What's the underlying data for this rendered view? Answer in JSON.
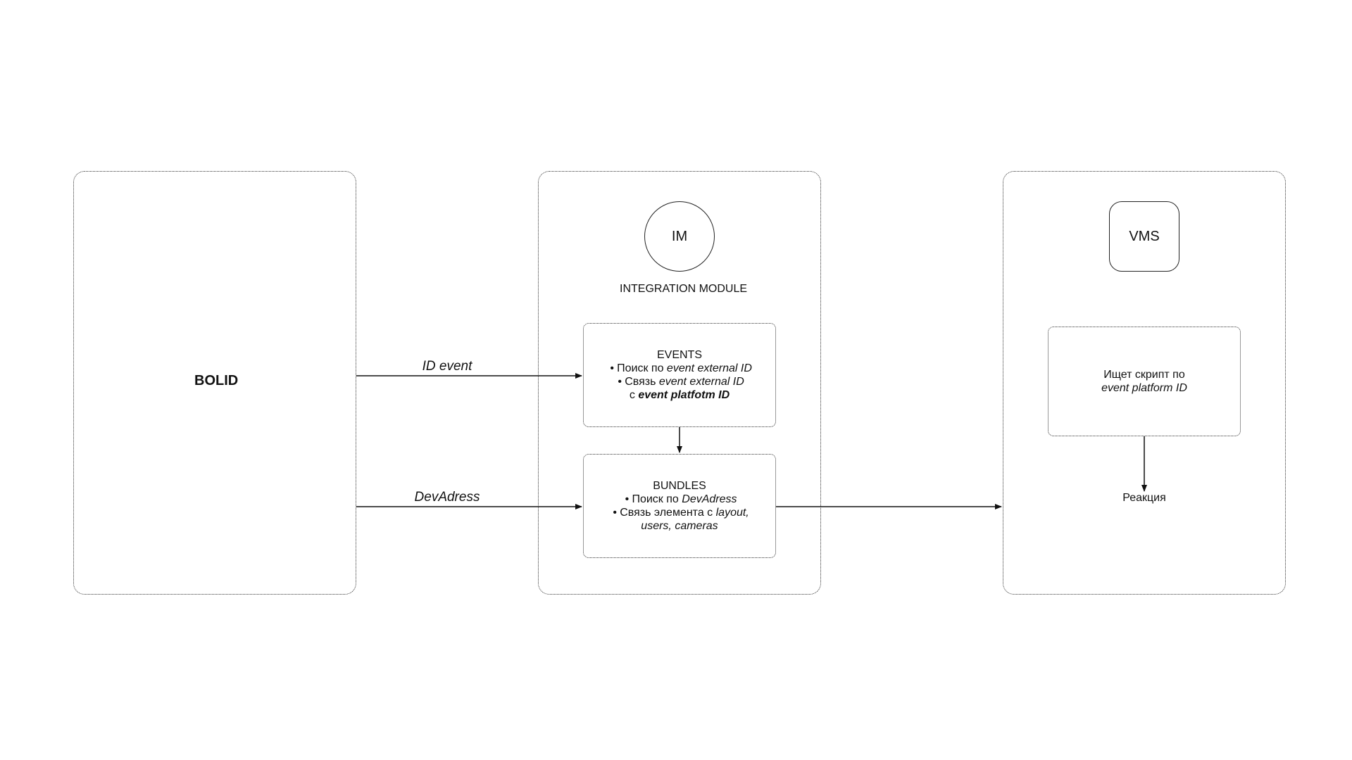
{
  "bolid": {
    "title": "BOLID"
  },
  "im": {
    "node_label": "IM",
    "module_title": "INTEGRATION MODULE",
    "events": {
      "title": "EVENTS",
      "line1_prefix": "Поиск по ",
      "line1_em": "event external ID",
      "line2_prefix": "Связь ",
      "line2_em": "event external ID",
      "line3_prefix": "с ",
      "line3_strong": "event platfotm ID"
    },
    "bundles": {
      "title": "BUNDLES",
      "line1_prefix": "Поиск по ",
      "line1_em": "DevAdress",
      "line2_prefix": "Связь элемента с ",
      "line2_em": "layout,",
      "line3_em": "users, cameras"
    }
  },
  "vms": {
    "node_label": "VMS",
    "search_line1": "Ищет скрипт  по",
    "search_line2": "event platform ID",
    "reaction": "Реакция"
  },
  "connectors": {
    "id_event": "ID event",
    "dev_adress": "DevAdress"
  },
  "colors": {
    "stroke": "#222222",
    "border": "#333333",
    "background": "#ffffff"
  }
}
